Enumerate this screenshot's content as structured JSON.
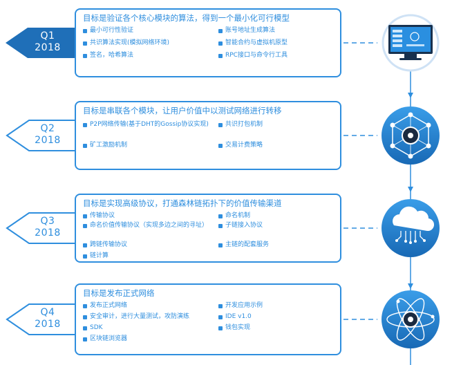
{
  "quarters": [
    {
      "q": "Q1",
      "year": "2018",
      "title": "目标是验证各个核心模块的算法，得到一个最小化可行模型",
      "items": [
        "最小可行性验证",
        "账号地址生成算法",
        "共识算法实现(模拟网络环境)",
        "智能合约与虚拟机原型",
        "签名，哈希算法",
        "RPC接口与命令行工具"
      ]
    },
    {
      "q": "Q2",
      "year": "2018",
      "title": "目标是串联各个模块，让用户价值中以测试网络进行转移",
      "items": [
        "P2P网络传输(基于DHT的Gossip协议实现)",
        "共识打包机制",
        "矿工激励机制",
        "交易计费策略"
      ]
    },
    {
      "q": "Q3",
      "year": "2018",
      "title": "目标是实现高级协议，打通森林链拓扑下的价值传输渠道",
      "items": [
        "传输协议",
        "命名机制",
        "命名价值传输协议（实现多边之间的寻址）",
        "子链接入协议",
        "跨链传输协议",
        "主链的配套服务",
        "链计算"
      ]
    },
    {
      "q": "Q4",
      "year": "2018",
      "title": "目标是发布正式网络",
      "items": [
        "发布正式网络",
        "开发应用示例",
        "安全审计，进行大量测试，攻防演练",
        "IDE v1.0",
        "SDK",
        "钱包实现",
        "区块链浏览器"
      ]
    }
  ],
  "colors": {
    "accent": "#2e8ede",
    "dark": "#1f6fb8",
    "text_on_accent": "#ffffff"
  },
  "icons": [
    "computer-monitor-icon",
    "network-hexagon-icon",
    "cloud-circuit-icon",
    "atom-orbit-icon"
  ]
}
